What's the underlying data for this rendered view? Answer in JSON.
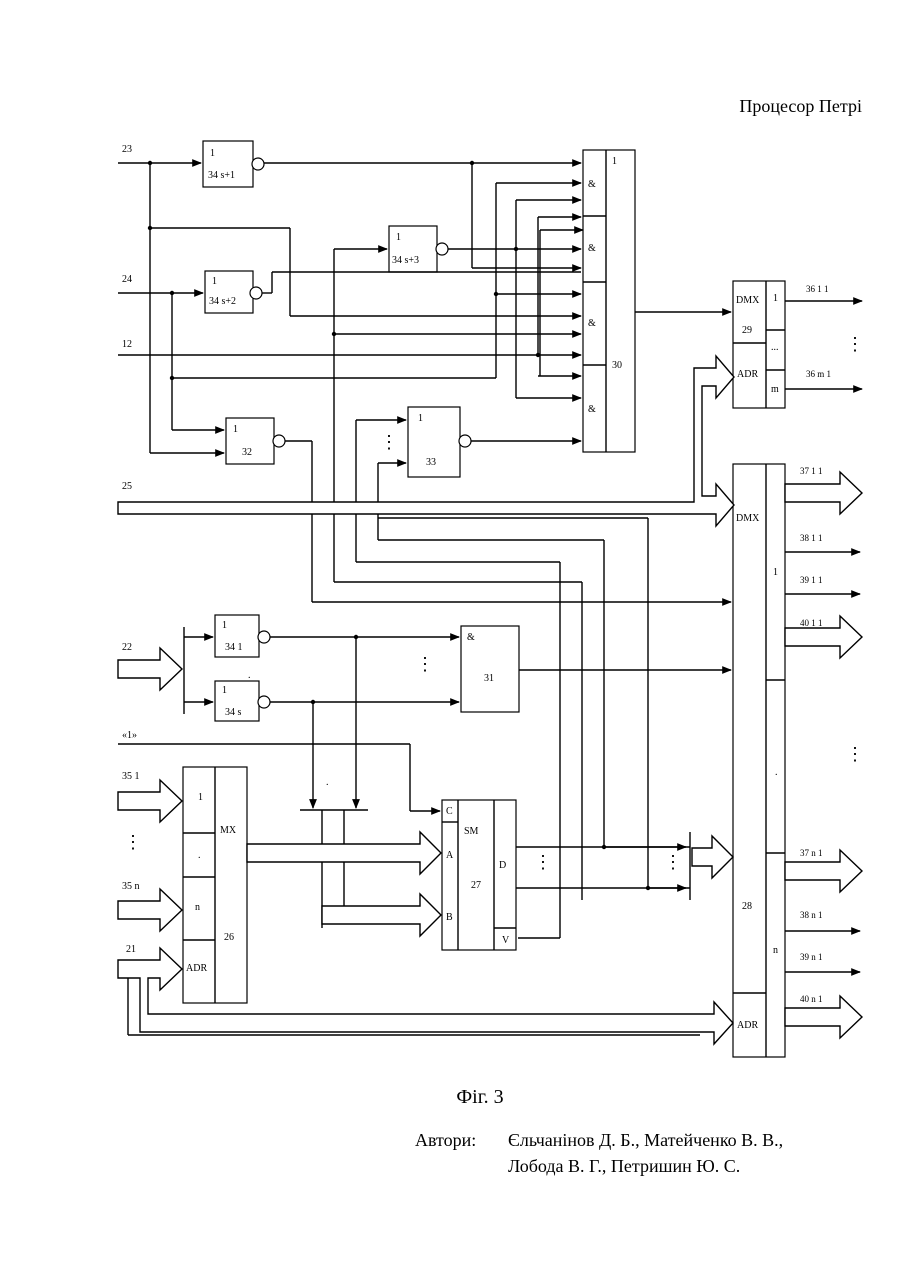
{
  "header": {
    "title": "Процесор Петрі"
  },
  "caption": {
    "figure": "Фіг. 3"
  },
  "authors": {
    "label": "Автори:",
    "line1": "Єльчанінов Д. Б., Матейченко В. В.,",
    "line2": "Лобода В. Г., Петришин Ю. С."
  },
  "diagram": {
    "inputs": {
      "in23": "23",
      "in24": "24",
      "in12": "12",
      "in25": "25",
      "in22": "22",
      "in1": "«1»",
      "in35_1": "35 1",
      "in35_n": "35 n",
      "in21": "21"
    },
    "blocks": {
      "b34s1": {
        "top": "1",
        "bottom": "34 s+1"
      },
      "b34s2": {
        "top": "1",
        "bottom": "34 s+2"
      },
      "b34s3": {
        "top": "1",
        "bottom": "34 s+3"
      },
      "b32": {
        "top": "1",
        "bottom": "32"
      },
      "b33": {
        "top": "1",
        "bottom": "33"
      },
      "b341": {
        "top": "1",
        "bottom": "34 1"
      },
      "b34s": {
        "top": "1",
        "bottom": "34 s"
      },
      "b30": {
        "top": "1",
        "and": "&",
        "num": "30"
      },
      "b31": {
        "and": "&",
        "num": "31"
      },
      "b29": {
        "dmx": "DMX",
        "num": "29",
        "adr": "ADR",
        "o1": "1",
        "on": "m",
        "dots": "..."
      },
      "b26": {
        "mx": "MX",
        "num": "26",
        "i1": "1",
        "idot": ".",
        "in": "n",
        "adr": "ADR"
      },
      "b27": {
        "c": "C",
        "sm": "SM",
        "a": "A",
        "b": "B",
        "d": "D",
        "num": "27",
        "v": "V"
      },
      "b28": {
        "dmx": "DMX",
        "num": "28",
        "adr": "ADR",
        "o1": "1",
        "odot": ".",
        "on": "n"
      }
    },
    "outputs": {
      "o36_1": "36 1 1",
      "o36_m": "36 m 1",
      "o37_1": "37 1 1",
      "o38_1": "38 1 1",
      "o39_1": "39 1 1",
      "o40_1": "40 1 1",
      "o37_n": "37 n 1",
      "o38_n": "38 n 1",
      "o39_n": "39 n 1",
      "o40_n": "40 n 1"
    },
    "marks": {
      "ellipsis": "⋮",
      "dot": "."
    }
  }
}
